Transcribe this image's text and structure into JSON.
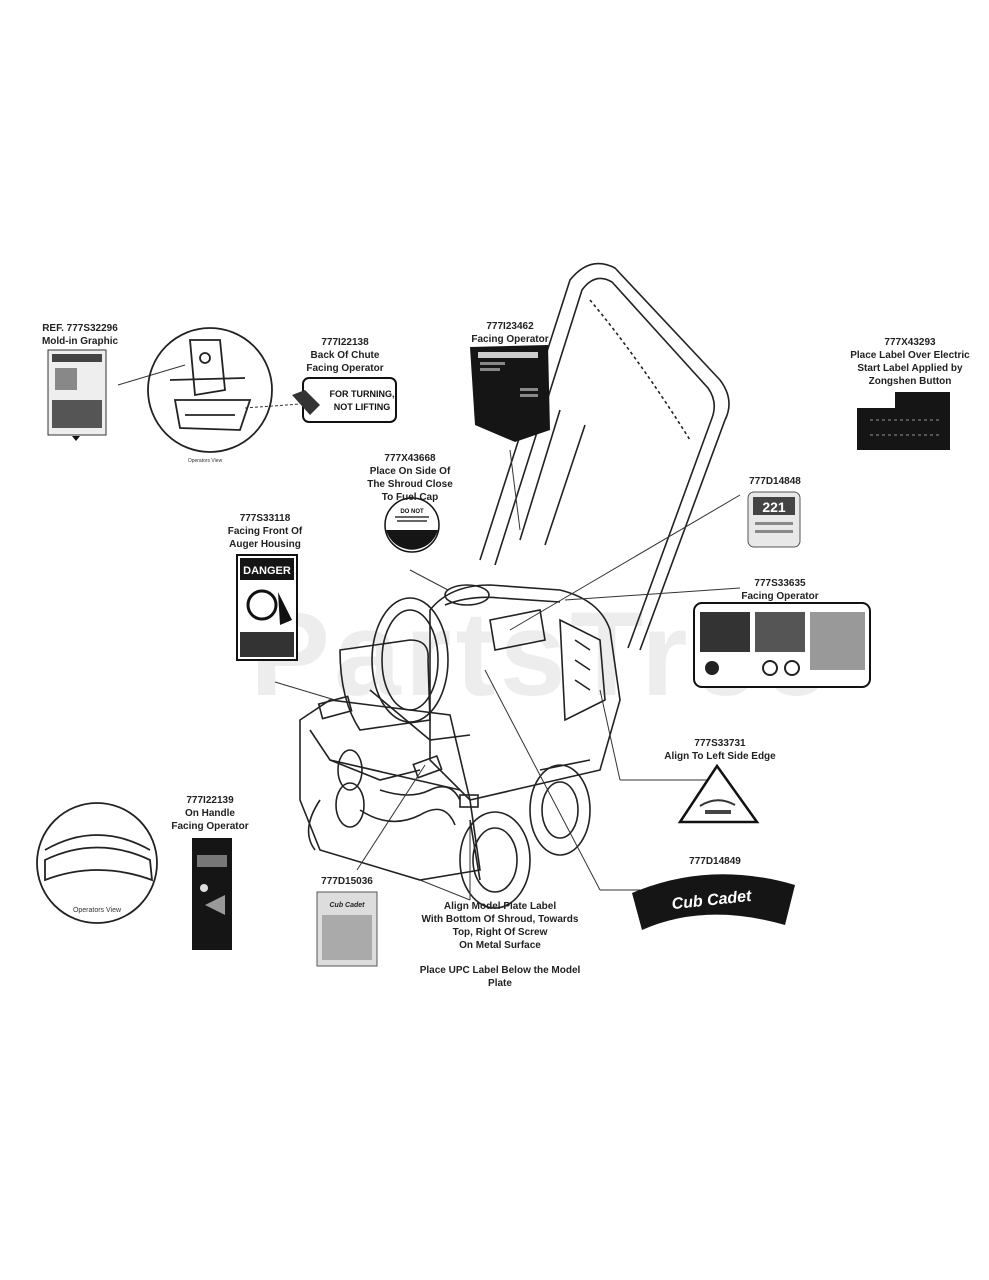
{
  "watermark": "PartsTree",
  "callouts": {
    "c1": {
      "part": "REF. 777S32296",
      "lines": [
        "Mold-in Graphic"
      ]
    },
    "c2": {
      "part": "777I22138",
      "lines": [
        "Back Of Chute",
        "Facing Operator"
      ]
    },
    "c2_label": {
      "line1": "FOR TURNING,",
      "line2": "NOT LIFTING"
    },
    "c3": {
      "part": "777I23462",
      "lines": [
        "Facing Operator"
      ]
    },
    "c4": {
      "part": "777X43293",
      "lines": [
        "Place Label Over Electric",
        "Start Label Applied by",
        "Zongshen Button"
      ]
    },
    "c5": {
      "part": "777X43668",
      "lines": [
        "Place On Side Of",
        "The Shroud Close",
        "To Fuel Cap"
      ]
    },
    "c5_label": {
      "text": "DO NOT"
    },
    "c6": {
      "part": "777D14848",
      "lines": []
    },
    "c6_label": {
      "text": "221"
    },
    "c7": {
      "part": "777S33118",
      "lines": [
        "Facing Front Of",
        "Auger Housing"
      ]
    },
    "c7_label": {
      "text": "DANGER"
    },
    "c8": {
      "part": "777S33635",
      "lines": [
        "Facing Operator"
      ]
    },
    "c9": {
      "part": "777S33731",
      "lines": [
        "Align To Left Side Edge"
      ]
    },
    "c10": {
      "part": "777I22139",
      "lines": [
        "On Handle",
        "Facing Operator"
      ]
    },
    "c11": {
      "part": "777D14849",
      "lines": []
    },
    "c11_label": {
      "text": "Cub Cadet"
    },
    "c12": {
      "part": "777D15036",
      "lines": []
    },
    "c12_label": {
      "text": "Cub Cadet"
    },
    "model_plate": {
      "lines": [
        "Align Model Plate Label",
        "With Bottom Of Shroud, Towards",
        "Top, Right Of Screw",
        "On Metal Surface"
      ]
    },
    "upc": {
      "lines": [
        "Place UPC Label Below the Model",
        "Plate"
      ]
    },
    "operator_view_top": "Operators View",
    "operator_view_bottom": "Operators View"
  }
}
